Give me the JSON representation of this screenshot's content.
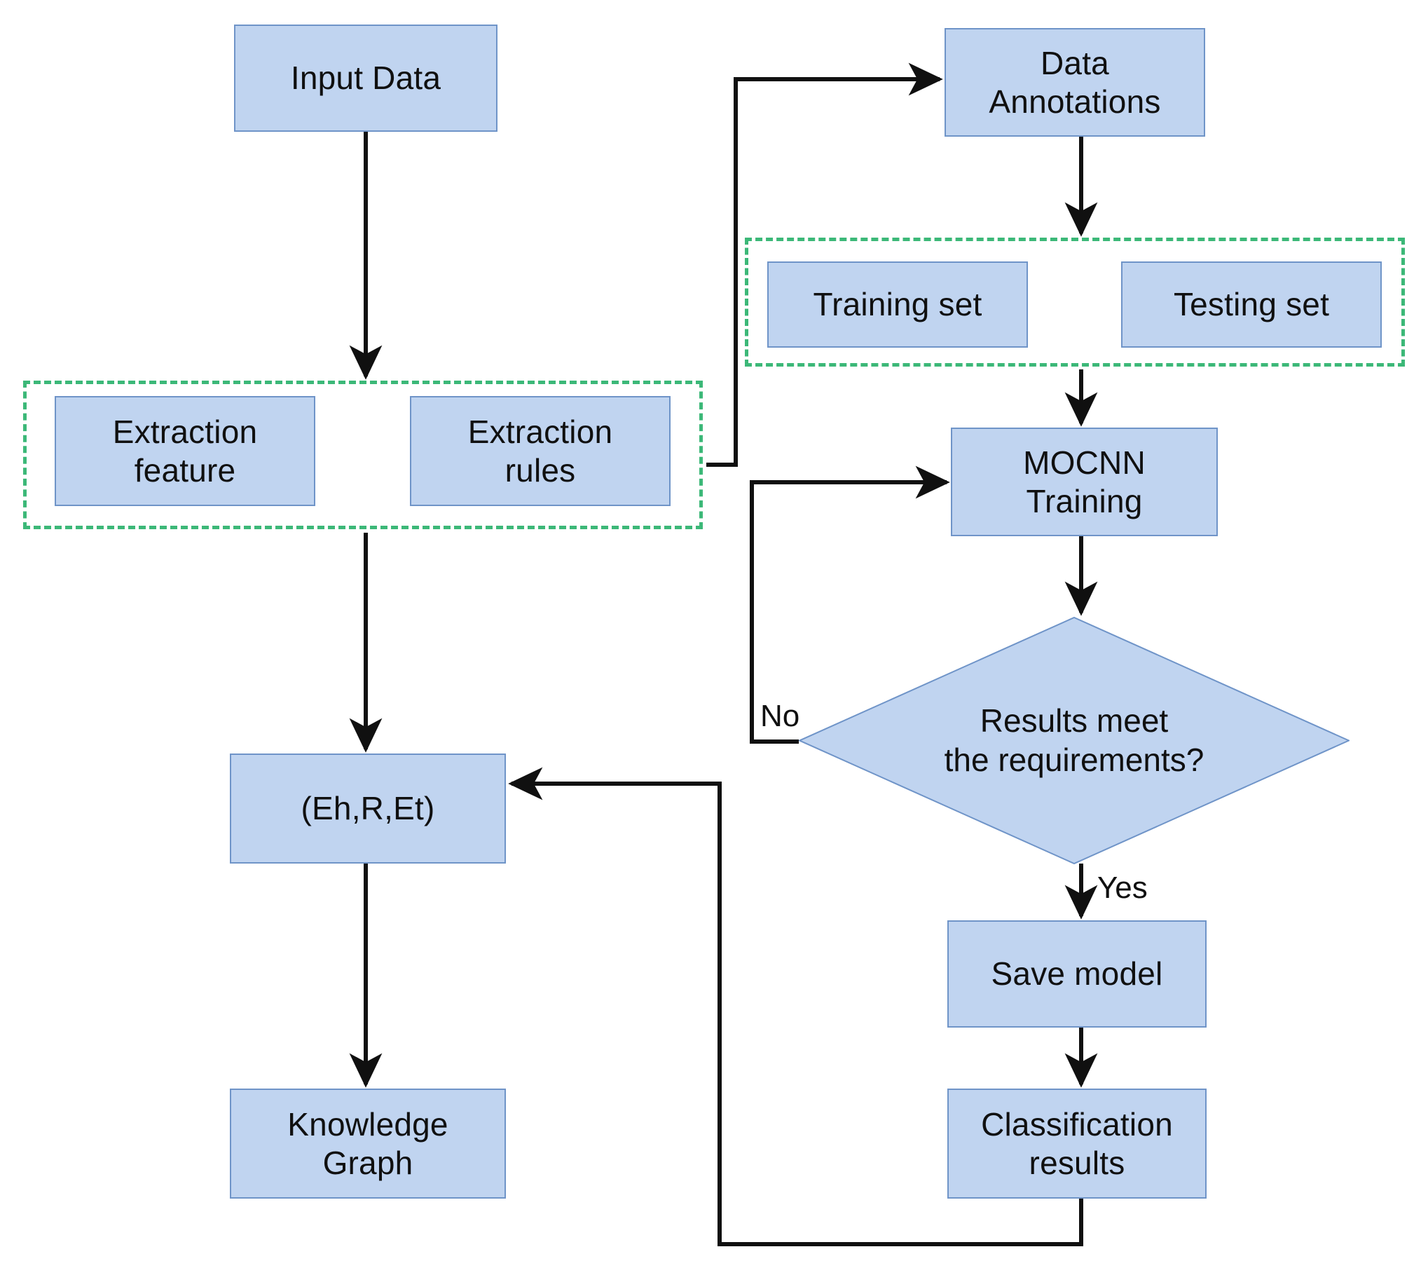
{
  "diagram": {
    "type": "flowchart",
    "title": "MOCNN training and knowledge graph construction flowchart",
    "colors": {
      "node_fill": "#c0d4f0",
      "node_border": "#6f94c8",
      "group_border": "#3cb878",
      "edge": "#101010",
      "background": "#ffffff"
    }
  },
  "nodes": {
    "input_data": {
      "label": "Input Data"
    },
    "data_annotations": {
      "label": "Data\nAnnotations"
    },
    "training_set": {
      "label": "Training set"
    },
    "testing_set": {
      "label": "Testing set"
    },
    "extraction_feature": {
      "label": "Extraction\nfeature"
    },
    "extraction_rules": {
      "label": "Extraction\nrules"
    },
    "mocnn_training": {
      "label": "MOCNN\nTraining"
    },
    "decision_results": {
      "label": "Results meet\nthe  requirements?"
    },
    "save_model": {
      "label": "Save model"
    },
    "classification_results": {
      "label": "Classification\nresults"
    },
    "triple": {
      "label": "(Eh,R,Et)"
    },
    "knowledge_graph": {
      "label": "Knowledge\nGraph"
    }
  },
  "groups": {
    "extraction_group": {
      "label": ""
    },
    "dataset_group": {
      "label": ""
    }
  },
  "edge_labels": {
    "no": "No",
    "yes": "Yes"
  },
  "edges": [
    {
      "from": "input_data",
      "to": "extraction_group",
      "label": ""
    },
    {
      "from": "extraction_rules",
      "to": "data_annotations",
      "label": ""
    },
    {
      "from": "data_annotations",
      "to": "dataset_group",
      "label": ""
    },
    {
      "from": "dataset_group",
      "to": "mocnn_training",
      "label": ""
    },
    {
      "from": "mocnn_training",
      "to": "decision_results",
      "label": ""
    },
    {
      "from": "decision_results",
      "to": "mocnn_training",
      "label": "No"
    },
    {
      "from": "decision_results",
      "to": "save_model",
      "label": "Yes"
    },
    {
      "from": "save_model",
      "to": "classification_results",
      "label": ""
    },
    {
      "from": "classification_results",
      "to": "triple",
      "label": ""
    },
    {
      "from": "extraction_group",
      "to": "triple",
      "label": ""
    },
    {
      "from": "triple",
      "to": "knowledge_graph",
      "label": ""
    }
  ]
}
